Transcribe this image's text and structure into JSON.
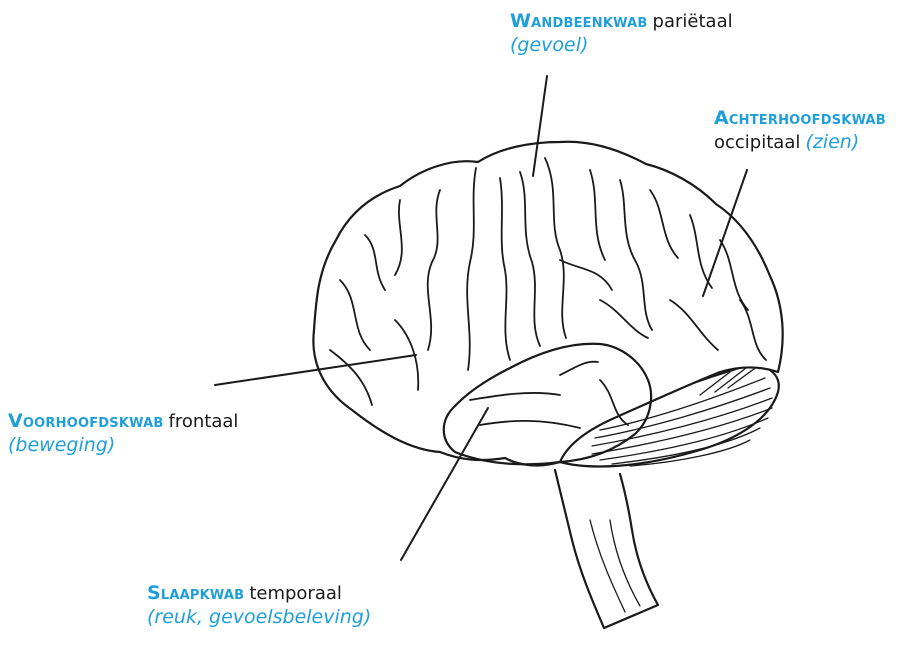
{
  "labels": {
    "parietal": {
      "lobe": "Wandbeenkwab",
      "term": "pariëtaal",
      "function": "(gevoel)"
    },
    "occipital": {
      "lobe": "Achterhoofdskwab",
      "term": "occipitaal",
      "function": "(zien)"
    },
    "frontal": {
      "lobe": "Voorhoofdskwab",
      "term": "frontaal",
      "function": "(beweging)"
    },
    "temporal": {
      "lobe": "Slaapkwab",
      "term": "temporaal",
      "function": "(reuk, gevoelsbeleving)"
    }
  },
  "colors": {
    "accent": "#1e9fd8",
    "line": "#1a1a1a"
  },
  "icons": {
    "illustration": "brain-illustration-icon"
  }
}
